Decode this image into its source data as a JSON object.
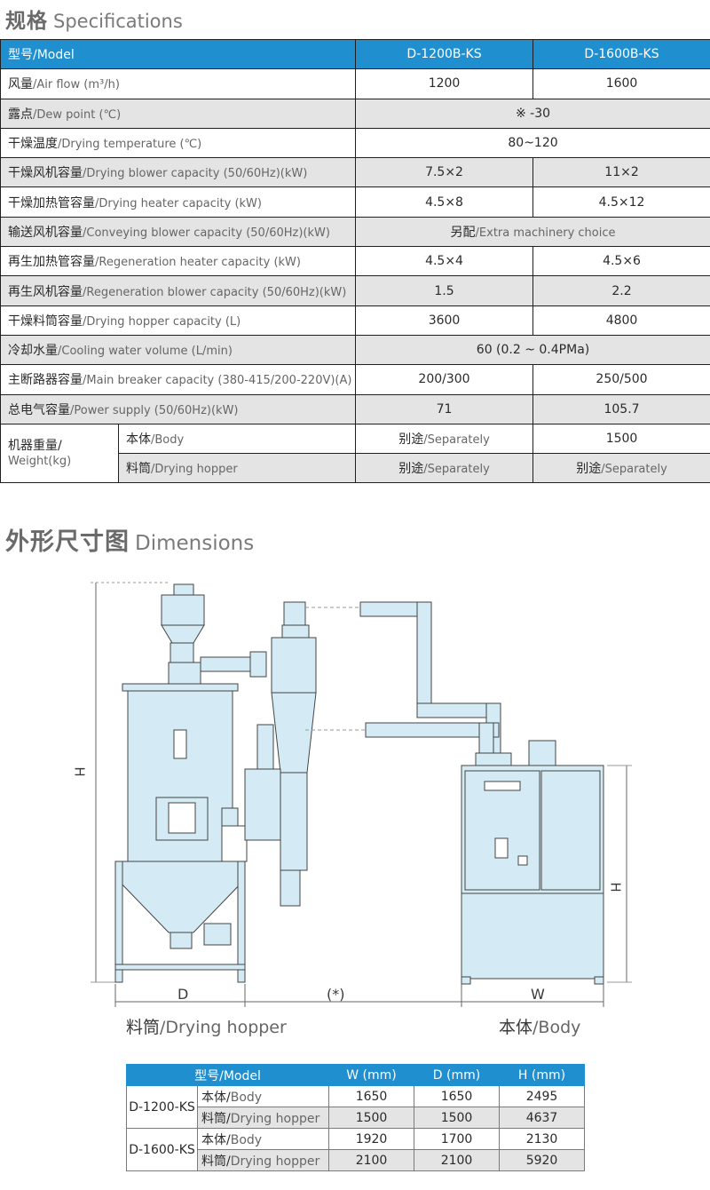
{
  "specs_title": {
    "cn": "规格",
    "en": "Specifications"
  },
  "spec_header": {
    "label_cn": "型号",
    "label_en": "/Model",
    "models": [
      "D-1200B-KS",
      "D-1600B-KS"
    ]
  },
  "spec_rows": [
    {
      "cn": "风量",
      "en": "/Air flow (m³/h)",
      "values": [
        "1200",
        "1600"
      ]
    },
    {
      "cn": "露点",
      "en": "/Dew point (℃)",
      "merged": "※ -30"
    },
    {
      "cn": "干燥温度",
      "en": "/Drying temperature (℃)",
      "merged": "80~120"
    },
    {
      "cn": "干燥风机容量",
      "en": "/Drying blower capacity (50/60Hz)(kW)",
      "values": [
        "7.5×2",
        "11×2"
      ]
    },
    {
      "cn": "干燥加热管容量",
      "en": "/Drying heater capacity (kW)",
      "values": [
        "4.5×8",
        "4.5×12"
      ]
    },
    {
      "cn": "输送风机容量",
      "en": "/Conveying blower capacity (50/60Hz)(kW)",
      "merged_cn": "另配",
      "merged_en": "/Extra machinery choice"
    },
    {
      "cn": "再生加热管容量",
      "en": "/Regeneration heater capacity (kW)",
      "values": [
        "4.5×4",
        "4.5×6"
      ]
    },
    {
      "cn": "再生风机容量",
      "en": "/Regeneration blower capacity (50/60Hz)(kW)",
      "values": [
        "1.5",
        "2.2"
      ]
    },
    {
      "cn": "干燥料筒容量",
      "en": "/Drying hopper capacity (L)",
      "values": [
        "3600",
        "4800"
      ]
    },
    {
      "cn": "冷却水量",
      "en": "/Cooling water volume (L/min)",
      "merged": "60 (0.2 ~ 0.4PMa)"
    },
    {
      "cn": "主断路器容量",
      "en": "/Main breaker capacity (380-415/200-220V)(A)",
      "values": [
        "200/300",
        "250/500"
      ]
    },
    {
      "cn": "总电气容量",
      "en": "/Power supply (50/60Hz)(kW)",
      "values": [
        "71",
        "105.7"
      ]
    }
  ],
  "weight": {
    "label_cn": "机器重量/",
    "label_en": "Weight(kg)",
    "body": {
      "cn": "本体",
      "en": "/Body",
      "v1_cn": "别途",
      "v1_en": "/Separately",
      "v2": "1500"
    },
    "hopper": {
      "cn": "料筒",
      "en": "/Drying hopper",
      "v1_cn": "别途",
      "v1_en": "/Separately",
      "v2_cn": "别途",
      "v2_en": "/Separately"
    }
  },
  "dims_title": {
    "cn": "外形尺寸图",
    "en": "Dimensions"
  },
  "diagram": {
    "h_left": "H",
    "h_right": "H",
    "d_label": "D",
    "star_label": "(*)",
    "w_label": "W",
    "hopper_caption_cn": "料筒",
    "hopper_caption_en": "/Drying hopper",
    "body_caption_cn": "本体",
    "body_caption_en": "/Body"
  },
  "dim_table": {
    "header": {
      "model_cn": "型号",
      "model_en": "/Model",
      "w": "W (mm)",
      "d": "D (mm)",
      "h": "H (mm)"
    },
    "models": [
      {
        "name": "D-1200-KS",
        "rows": [
          {
            "cn": "本体",
            "en": "Body",
            "w": "1650",
            "d": "1650",
            "h": "2495"
          },
          {
            "cn": "料筒",
            "en": "Drying hopper",
            "w": "1500",
            "d": "1500",
            "h": "4637"
          }
        ]
      },
      {
        "name": "D-1600-KS",
        "rows": [
          {
            "cn": "本体",
            "en": "Body",
            "w": "1920",
            "d": "1700",
            "h": "2130"
          },
          {
            "cn": "料筒",
            "en": "Drying hopper",
            "w": "2100",
            "d": "2100",
            "h": "5920"
          }
        ]
      }
    ]
  }
}
